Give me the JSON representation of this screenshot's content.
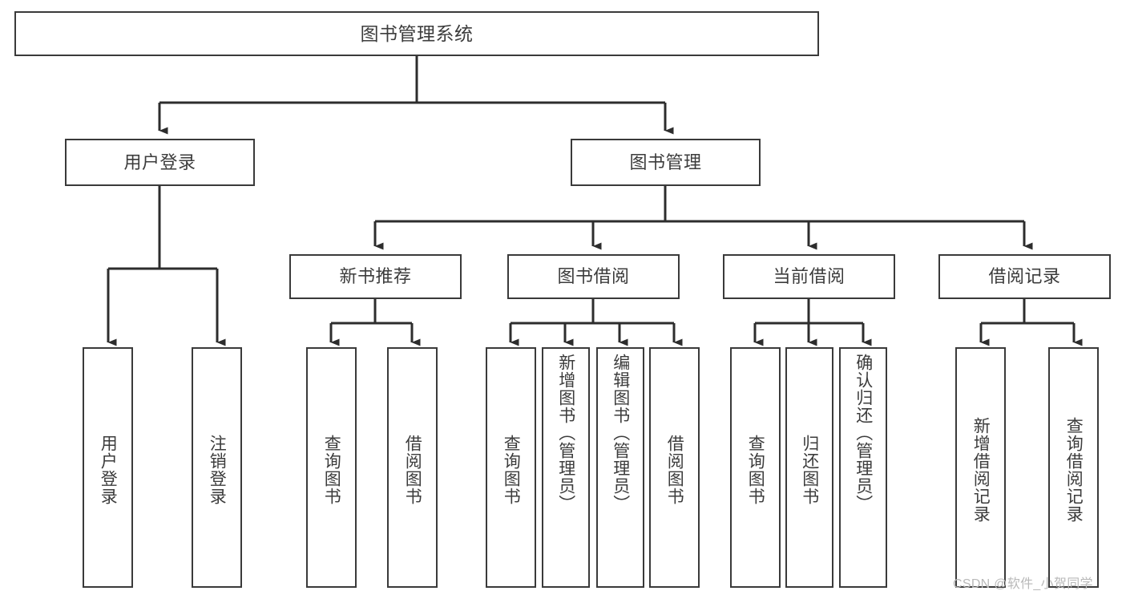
{
  "diagram": {
    "type": "tree-hierarchy-chart",
    "title": "图书管理系统",
    "colors": {
      "background": "#ffffff",
      "box_border": "#3a3a3a",
      "box_fill": "#ffffff",
      "text": "#3c3c3c",
      "connector": "#2d2d2d",
      "watermark": "#b9b9b9"
    },
    "levels": {
      "root": {
        "label": "图书管理系统"
      },
      "level1": [
        {
          "label": "用户登录"
        },
        {
          "label": "图书管理"
        }
      ],
      "level2": [
        {
          "label": "新书推荐"
        },
        {
          "label": "图书借阅"
        },
        {
          "label": "当前借阅"
        },
        {
          "label": "借阅记录"
        }
      ],
      "leaves": {
        "user_login": [
          {
            "label": "用户登录"
          },
          {
            "label": "注销登录"
          }
        ],
        "new_book_recommend": [
          {
            "label": "查询图书"
          },
          {
            "label": "借阅图书"
          }
        ],
        "book_borrow": [
          {
            "label": "查询图书"
          },
          {
            "label": "新增图书（管理员）"
          },
          {
            "label": "编辑图书（管理员）"
          },
          {
            "label": "借阅图书"
          }
        ],
        "current_borrow": [
          {
            "label": "查询图书"
          },
          {
            "label": "归还图书"
          },
          {
            "label": "确认归还（管理员）"
          }
        ],
        "borrow_record": [
          {
            "label": "新增借阅记录"
          },
          {
            "label": "查询借阅记录"
          }
        ]
      }
    },
    "watermark": "CSDN @软件_小贺同学"
  }
}
